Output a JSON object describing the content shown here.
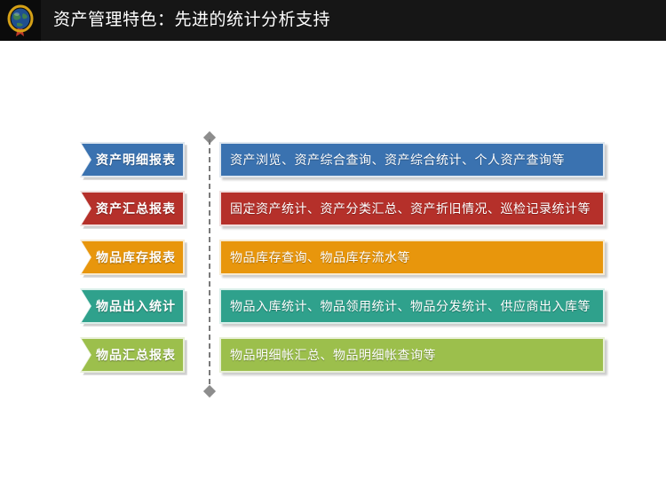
{
  "header": {
    "logo_icon": "globe-medal-icon",
    "title": "资产管理特色：先进的统计分析支持",
    "background": "#161616",
    "text_color": "#ffffff"
  },
  "diagram": {
    "connector_icon": "dashed-vertical-connector",
    "connector_color": "#7a7a7a",
    "rows": [
      {
        "tag": "资产明细报表",
        "description": "资产浏览、资产综合查询、资产综合统计、个人资产查询等",
        "color": "#3a72b0",
        "border": "#dfe7ef"
      },
      {
        "tag": "资产汇总报表",
        "description": "固定资产统计、资产分类汇总、资产折旧情况、巡检记录统计等",
        "color": "#b5302a",
        "border": "#f0dedd"
      },
      {
        "tag": "物品库存报表",
        "description": "物品库存查询、物品库存流水等",
        "color": "#e8960c",
        "border": "#f7ead1"
      },
      {
        "tag": "物品出入统计",
        "description": "物品入库统计、物品领用统计、物品分发统计、供应商出入库等",
        "color": "#2fa18c",
        "border": "#d9efea"
      },
      {
        "tag": "物品汇总报表",
        "description": "物品明细帐汇总、物品明细帐查询等",
        "color": "#9cbf4c",
        "border": "#e8f0d6"
      }
    ]
  }
}
